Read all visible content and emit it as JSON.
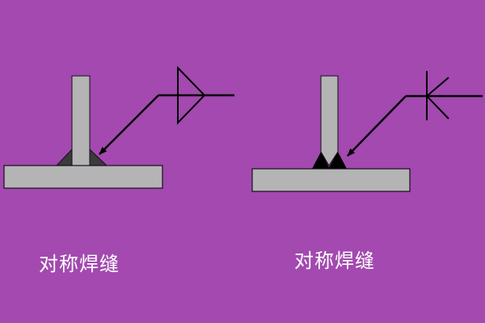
{
  "background_color": "#a349b0",
  "colors": {
    "plate_fill": "#b4b4b4",
    "outline": "#1a0a20",
    "fillet_weld_left": "#3a3a3a",
    "weld_right": "#000000",
    "caption": "#ffffff"
  },
  "figures": [
    {
      "id": "left",
      "caption": "对称焊缝",
      "weld_type": "double fillet weld (T-joint)",
      "symbol": "fillet-triangle-both-sides"
    },
    {
      "id": "right",
      "caption": "对称焊缝",
      "weld_type": "double bevel (K) weld (T-joint)",
      "symbol": "k-groove-both-sides"
    }
  ]
}
